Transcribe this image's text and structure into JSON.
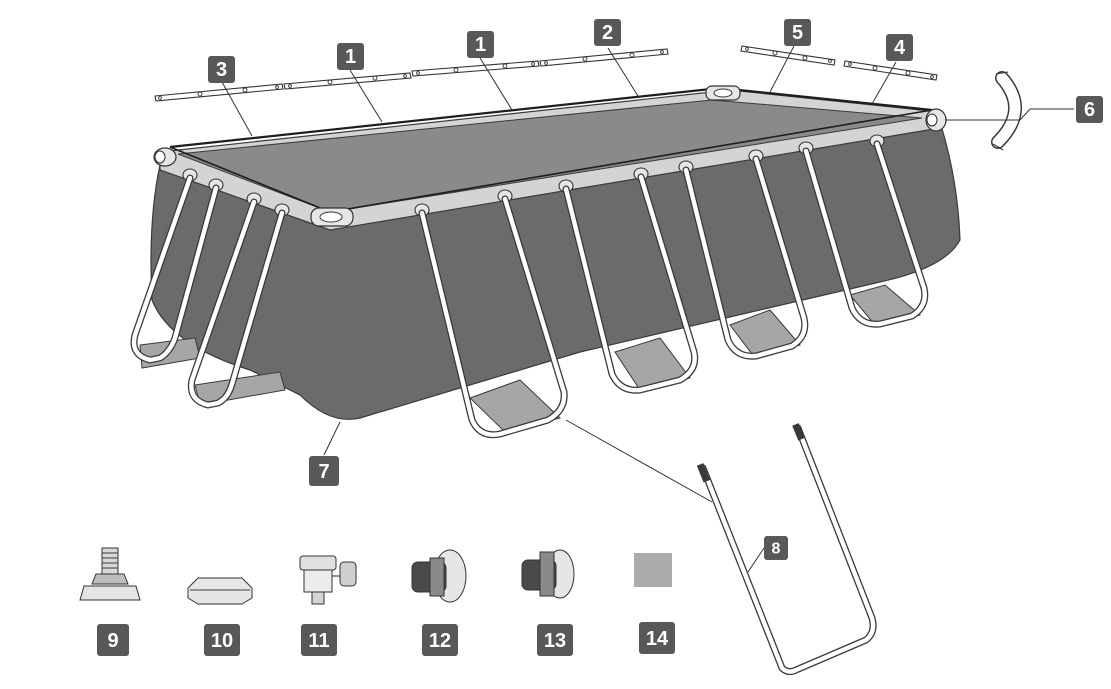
{
  "labels": {
    "top_rail_a": "1",
    "top_rail_b": "1",
    "top_rail_c": "2",
    "top_rail_d": "3",
    "top_rail_e": "4",
    "top_rail_f": "5",
    "corner_joint": "6",
    "liner": "7",
    "u_support": "8",
    "part_9": "9",
    "part_10": "10",
    "part_11": "11",
    "part_12": "12",
    "part_13": "13",
    "part_14": "14"
  },
  "colors": {
    "liner_wall": "#6b6b6d",
    "water_surface": "#8a8a8c",
    "top_band": "#d4d4d4",
    "strap": "#a6a6a6",
    "badge": "#58585a",
    "patch": "#ababab"
  }
}
